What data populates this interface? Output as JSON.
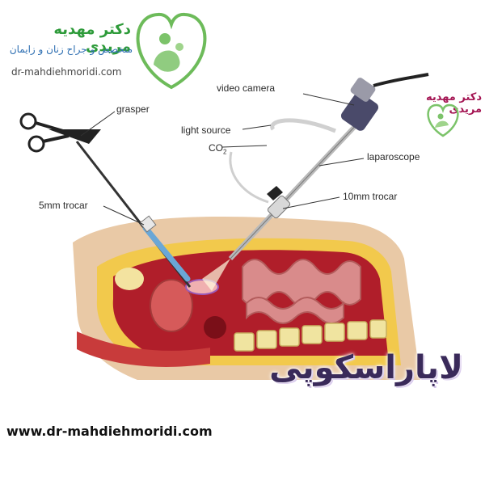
{
  "branding": {
    "doctor_name": "دکتر مهدیه مریدی",
    "specialty": "متخصص و جراح زنان و زایمان",
    "site_short": "dr-mahdiehmoridi.com",
    "watermark_name": "دکتر مهدیه مریدی",
    "footer_site": "www.dr-mahdiehmoridi.com",
    "logo_icon": "heart-mother-child-icon",
    "logo_color": "#6dbb5a"
  },
  "labels": {
    "grasper": "grasper",
    "video_camera": "video camera",
    "light_source": "light source",
    "co2": "CO",
    "co2_sub": "2",
    "laparoscope": "laparoscope",
    "trocar_5mm": "5mm trocar",
    "trocar_10mm": "10mm trocar"
  },
  "title": "لاپاراسکوپی",
  "colors": {
    "skin": "#e9c9a6",
    "fat": "#f2c94c",
    "muscle": "#c83b3b",
    "intestine": "#d98b8b",
    "spine": "#f0e4a0",
    "title": "#3a2a5a"
  }
}
